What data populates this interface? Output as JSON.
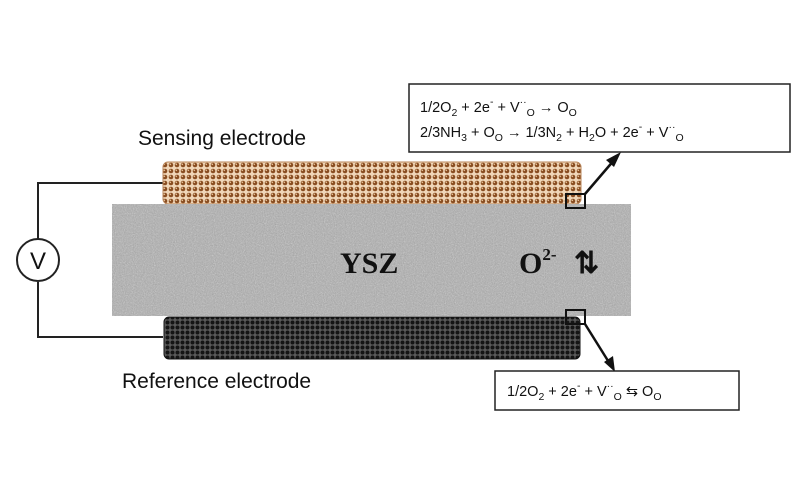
{
  "labels": {
    "sensing_electrode": "Sensing electrode",
    "reference_electrode": "Reference electrode",
    "electrolyte": "YSZ",
    "ion_base": "O",
    "ion_charge": "2-",
    "ion_arrows": "⇅",
    "voltmeter": "V"
  },
  "reactions": {
    "sensing": [
      {
        "id": "sensing-reaction-1",
        "parts": [
          {
            "t": "1/2O"
          },
          {
            "t": "2",
            "s": "sub"
          },
          {
            "t": " + 2e"
          },
          {
            "t": "-",
            "s": "sup"
          },
          {
            "t": " + V"
          },
          {
            "t": "··",
            "s": "sup"
          },
          {
            "t": "O",
            "s": "sub"
          },
          {
            "t": " → O"
          },
          {
            "t": "O",
            "s": "sub"
          }
        ]
      },
      {
        "id": "sensing-reaction-2",
        "parts": [
          {
            "t": "2/3NH"
          },
          {
            "t": "3",
            "s": "sub"
          },
          {
            "t": " + O"
          },
          {
            "t": "O",
            "s": "sub"
          },
          {
            "t": " → 1/3N"
          },
          {
            "t": "2",
            "s": "sub"
          },
          {
            "t": " + H"
          },
          {
            "t": "2",
            "s": "sub"
          },
          {
            "t": "O + 2e"
          },
          {
            "t": "-",
            "s": "sup"
          },
          {
            "t": " + V"
          },
          {
            "t": "··",
            "s": "sup"
          },
          {
            "t": "O",
            "s": "sub"
          }
        ]
      }
    ],
    "reference": [
      {
        "id": "reference-reaction-1",
        "parts": [
          {
            "t": "1/2O"
          },
          {
            "t": "2",
            "s": "sub"
          },
          {
            "t": " + 2e"
          },
          {
            "t": "-",
            "s": "sup"
          },
          {
            "t": " + V"
          },
          {
            "t": "··",
            "s": "sup"
          },
          {
            "t": "O",
            "s": "sub"
          },
          {
            "t": " ⇆ O"
          },
          {
            "t": "O",
            "s": "sub"
          }
        ]
      }
    ]
  },
  "colors": {
    "sensing_electrode": "#a86a3a",
    "reference_electrode": "#2a2a2a",
    "electrolyte": "#a8a8a8",
    "wire": "#222222"
  }
}
